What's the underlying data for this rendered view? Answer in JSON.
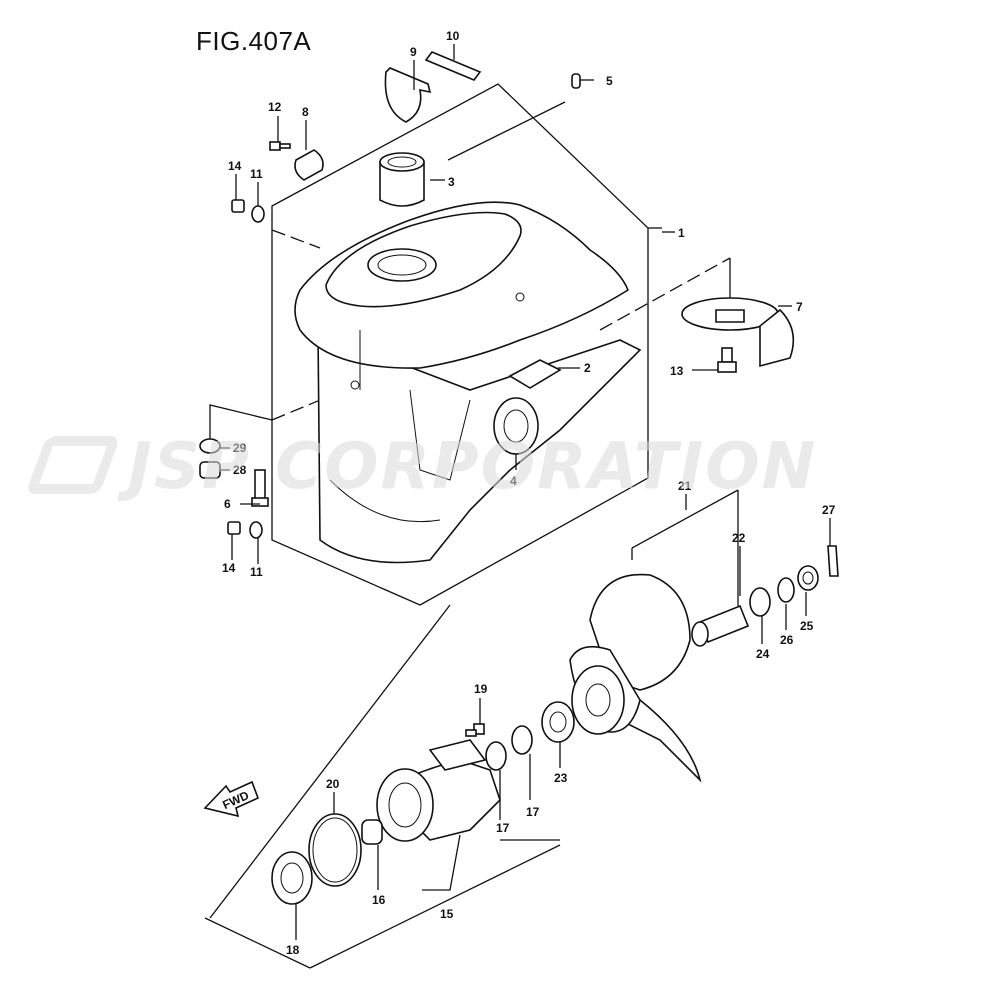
{
  "figure": {
    "title": "FIG.407A"
  },
  "watermark": {
    "text": "JSP CORPORATION"
  },
  "direction_label": {
    "text": "FWD"
  },
  "callouts": [
    {
      "id": "c1",
      "text": "1"
    },
    {
      "id": "c2",
      "text": "2"
    },
    {
      "id": "c3",
      "text": "3"
    },
    {
      "id": "c4",
      "text": "4"
    },
    {
      "id": "c5",
      "text": "5"
    },
    {
      "id": "c6",
      "text": "6"
    },
    {
      "id": "c7",
      "text": "7"
    },
    {
      "id": "c8",
      "text": "8"
    },
    {
      "id": "c9",
      "text": "9"
    },
    {
      "id": "c10",
      "text": "10"
    },
    {
      "id": "c11a",
      "text": "11"
    },
    {
      "id": "c11b",
      "text": "11"
    },
    {
      "id": "c12",
      "text": "12"
    },
    {
      "id": "c13",
      "text": "13"
    },
    {
      "id": "c14a",
      "text": "14"
    },
    {
      "id": "c14b",
      "text": "14"
    },
    {
      "id": "c15",
      "text": "15"
    },
    {
      "id": "c16",
      "text": "16"
    },
    {
      "id": "c17a",
      "text": "17"
    },
    {
      "id": "c17b",
      "text": "17"
    },
    {
      "id": "c18",
      "text": "18"
    },
    {
      "id": "c19",
      "text": "19"
    },
    {
      "id": "c20",
      "text": "20"
    },
    {
      "id": "c21",
      "text": "21"
    },
    {
      "id": "c22",
      "text": "22"
    },
    {
      "id": "c23",
      "text": "23"
    },
    {
      "id": "c24",
      "text": "24"
    },
    {
      "id": "c25",
      "text": "25"
    },
    {
      "id": "c26",
      "text": "26"
    },
    {
      "id": "c27",
      "text": "27"
    },
    {
      "id": "c28",
      "text": "28"
    },
    {
      "id": "c29",
      "text": "29"
    }
  ]
}
